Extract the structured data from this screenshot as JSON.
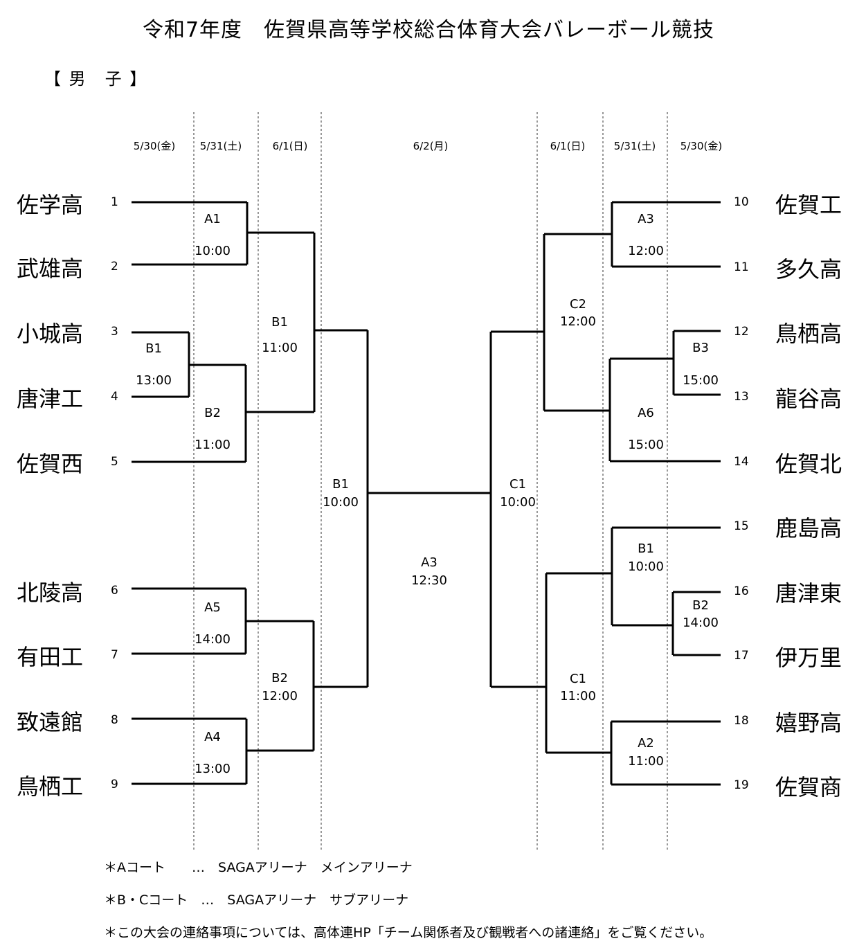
{
  "title": "令和7年度　佐賀県高等学校総合体育大会バレーボール競技",
  "division": "【 男　子 】",
  "dates": {
    "left_day1": "5/30(金)",
    "left_day2": "5/31(土)",
    "left_day3": "6/1(日)",
    "final_day": "6/2(月)",
    "right_day3": "6/1(日)",
    "right_day2": "5/31(土)",
    "right_day1": "5/30(金)"
  },
  "teams_left": [
    {
      "seed": "1",
      "name": "佐学高"
    },
    {
      "seed": "2",
      "name": "武雄高"
    },
    {
      "seed": "3",
      "name": "小城高"
    },
    {
      "seed": "4",
      "name": "唐津工"
    },
    {
      "seed": "5",
      "name": "佐賀西"
    },
    {
      "seed": "6",
      "name": "北陵高"
    },
    {
      "seed": "7",
      "name": "有田工"
    },
    {
      "seed": "8",
      "name": "致遠館"
    },
    {
      "seed": "9",
      "name": "鳥栖工"
    }
  ],
  "teams_right": [
    {
      "seed": "10",
      "name": "佐賀工"
    },
    {
      "seed": "11",
      "name": "多久高"
    },
    {
      "seed": "12",
      "name": "鳥栖高"
    },
    {
      "seed": "13",
      "name": "龍谷高"
    },
    {
      "seed": "14",
      "name": "佐賀北"
    },
    {
      "seed": "15",
      "name": "鹿島高"
    },
    {
      "seed": "16",
      "name": "唐津東"
    },
    {
      "seed": "17",
      "name": "伊万里"
    },
    {
      "seed": "18",
      "name": "嬉野高"
    },
    {
      "seed": "19",
      "name": "佐賀商"
    }
  ],
  "matches": {
    "l_r1_a1": {
      "court": "A1",
      "time": "10:00"
    },
    "l_r0_b1": {
      "court": "B1",
      "time": "13:00"
    },
    "l_r1_b2": {
      "court": "B2",
      "time": "11:00"
    },
    "l_r1_a5": {
      "court": "A5",
      "time": "14:00"
    },
    "l_r1_a4": {
      "court": "A4",
      "time": "13:00"
    },
    "l_r2_b1": {
      "court": "B1",
      "time": "11:00"
    },
    "l_r2_b2": {
      "court": "B2",
      "time": "12:00"
    },
    "l_sf_b1": {
      "court": "B1",
      "time": "10:00"
    },
    "final_a3": {
      "court": "A3",
      "time": "12:30"
    },
    "r_sf_c1": {
      "court": "C1",
      "time": "10:00"
    },
    "r_r2_c2": {
      "court": "C2",
      "time": "12:00"
    },
    "r_r2_c1": {
      "court": "C1",
      "time": "11:00"
    },
    "r_r1_a3": {
      "court": "A3",
      "time": "12:00"
    },
    "r_r0_b3": {
      "court": "B3",
      "time": "15:00"
    },
    "r_r1_a6": {
      "court": "A6",
      "time": "15:00"
    },
    "r_r1_b1": {
      "court": "B1",
      "time": "10:00"
    },
    "r_r0_b2": {
      "court": "B2",
      "time": "14:00"
    },
    "r_r1_a2": {
      "court": "A2",
      "time": "11:00"
    }
  },
  "notes": [
    "＊Aコート　　…　SAGAアリーナ　メインアリーナ",
    "＊B・Cコート　…　SAGAアリーナ　サブアリーナ",
    "＊この大会の連絡事項については、高体連HP「チーム関係者及び観戦者への諸連絡」をご覧ください。"
  ]
}
